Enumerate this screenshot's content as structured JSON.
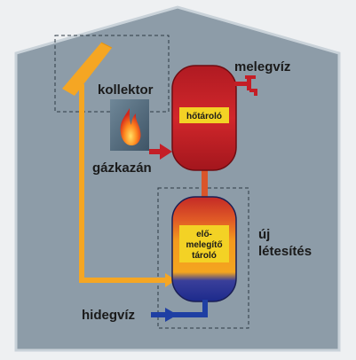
{
  "labels": {
    "collector": "kollektor",
    "hot_water": "melegvíz",
    "heat_storage": "hőtároló",
    "gas_boiler": "gázkazán",
    "preheat_storage": [
      "elő-",
      "melegítő",
      "tároló"
    ],
    "new_installation": [
      "új",
      "létesítés"
    ],
    "cold_water": "hidegvíz"
  },
  "colors": {
    "background": "#eef0f2",
    "house_fill": "#8d9ca8",
    "house_stroke": "#c9d2d9",
    "pipe_yellow": "#f5a623",
    "hot_red": "#c41e26",
    "cold_blue": "#1f3fa3",
    "label_yellow": "#f3d225",
    "text_dark": "#1a1a1a"
  }
}
